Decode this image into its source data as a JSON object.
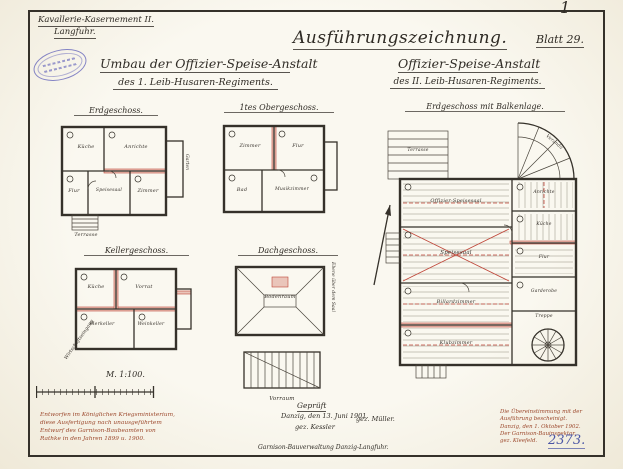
{
  "sheet": {
    "corner_mark": "1",
    "archive_no": "2373.",
    "colors": {
      "ink": "#35312a",
      "red_ink": "#bf4437",
      "brown_ink": "#9c482c",
      "blue_ink": "#4a55a5",
      "stamp_blue": "#6868bc",
      "paper": "#faf8f0"
    },
    "header": {
      "left_line1": "Kavallerie-Kasernement II.",
      "left_line2": "Langfuhr.",
      "center_title": "Ausführungszeichnung.",
      "sheet_label": "Blatt 29."
    },
    "title_left": {
      "main": "Umbau der Offizier-Speise-Anstalt",
      "sub": "des 1. Leib-Husaren-Regiments."
    },
    "title_right": {
      "main": "Offizier-Speise-Anstalt",
      "sub": "des II. Leib-Husaren-Regiments."
    },
    "plans": {
      "erdgeschoss": {
        "title": "Erdgeschoss.",
        "rooms": {
          "r1": "Küche",
          "r2": "Anrichte",
          "r3": "Flur",
          "r4": "Speisesaal",
          "r5": "Zimmer"
        },
        "outside_right": "Garten",
        "outside_bottom": "Terrasse"
      },
      "obergeschoss": {
        "title": "1tes Obergeschoss.",
        "rooms": {
          "r1": "Zimmer",
          "r2": "Flur",
          "r3": "Musikzimmer",
          "r4": "Bad"
        }
      },
      "kellergeschoss": {
        "title": "Kellergeschoss.",
        "rooms": {
          "r1": "Küche",
          "r2": "Vorrat",
          "r3": "Bierkeller",
          "r4": "Weinkeller"
        },
        "outside_left": "Wirtschaftseingang"
      },
      "dachgeschoss": {
        "title": "Dachgeschoss.",
        "rooms": {
          "r1": "Bodenraum"
        },
        "outside_right": "Ebene über dem Saal"
      },
      "treppe": {
        "label": "Vorraum"
      },
      "balkenlage": {
        "title": "Erdgeschoss mit Balkenlage.",
        "rooms": {
          "r1": "Offizier-Speisesaal",
          "r2": "Speisesaal",
          "r3": "Billardzimmer",
          "r4": "Klubzimmer",
          "r5": "Anrichte",
          "r6": "Küche",
          "r7": "Flur",
          "r8": "Garderobe",
          "r9": "Treppe",
          "terrace": "Terrasse",
          "veranda": "Veranda"
        }
      }
    },
    "scale": {
      "label": "M. 1:100."
    },
    "notes": {
      "left_red": [
        "Entworfen im Königlichen Kriegsministerium,",
        "diese Ausfertigung nach unausgeführtem",
        "Entwurf des Garnison-Baubeamten von",
        "Rathke in den Jahren 1899 u. 1900."
      ],
      "check": {
        "geprueft": "Geprüft",
        "date": "Danzig, den 13. Juni 1901.",
        "sig1": "gez. Kessler",
        "sig2": "gez. Müller.",
        "office": "Garnison-Bauverwaltung Danzig-Langfuhr."
      },
      "right_red": [
        "Die Übereinstimmung mit der",
        "Ausführung bescheinigt.",
        "Danzig, den 1. Oktober 1902.",
        "Der Garnison-Bauinspektor.",
        "gez. Kleefeld."
      ]
    }
  }
}
